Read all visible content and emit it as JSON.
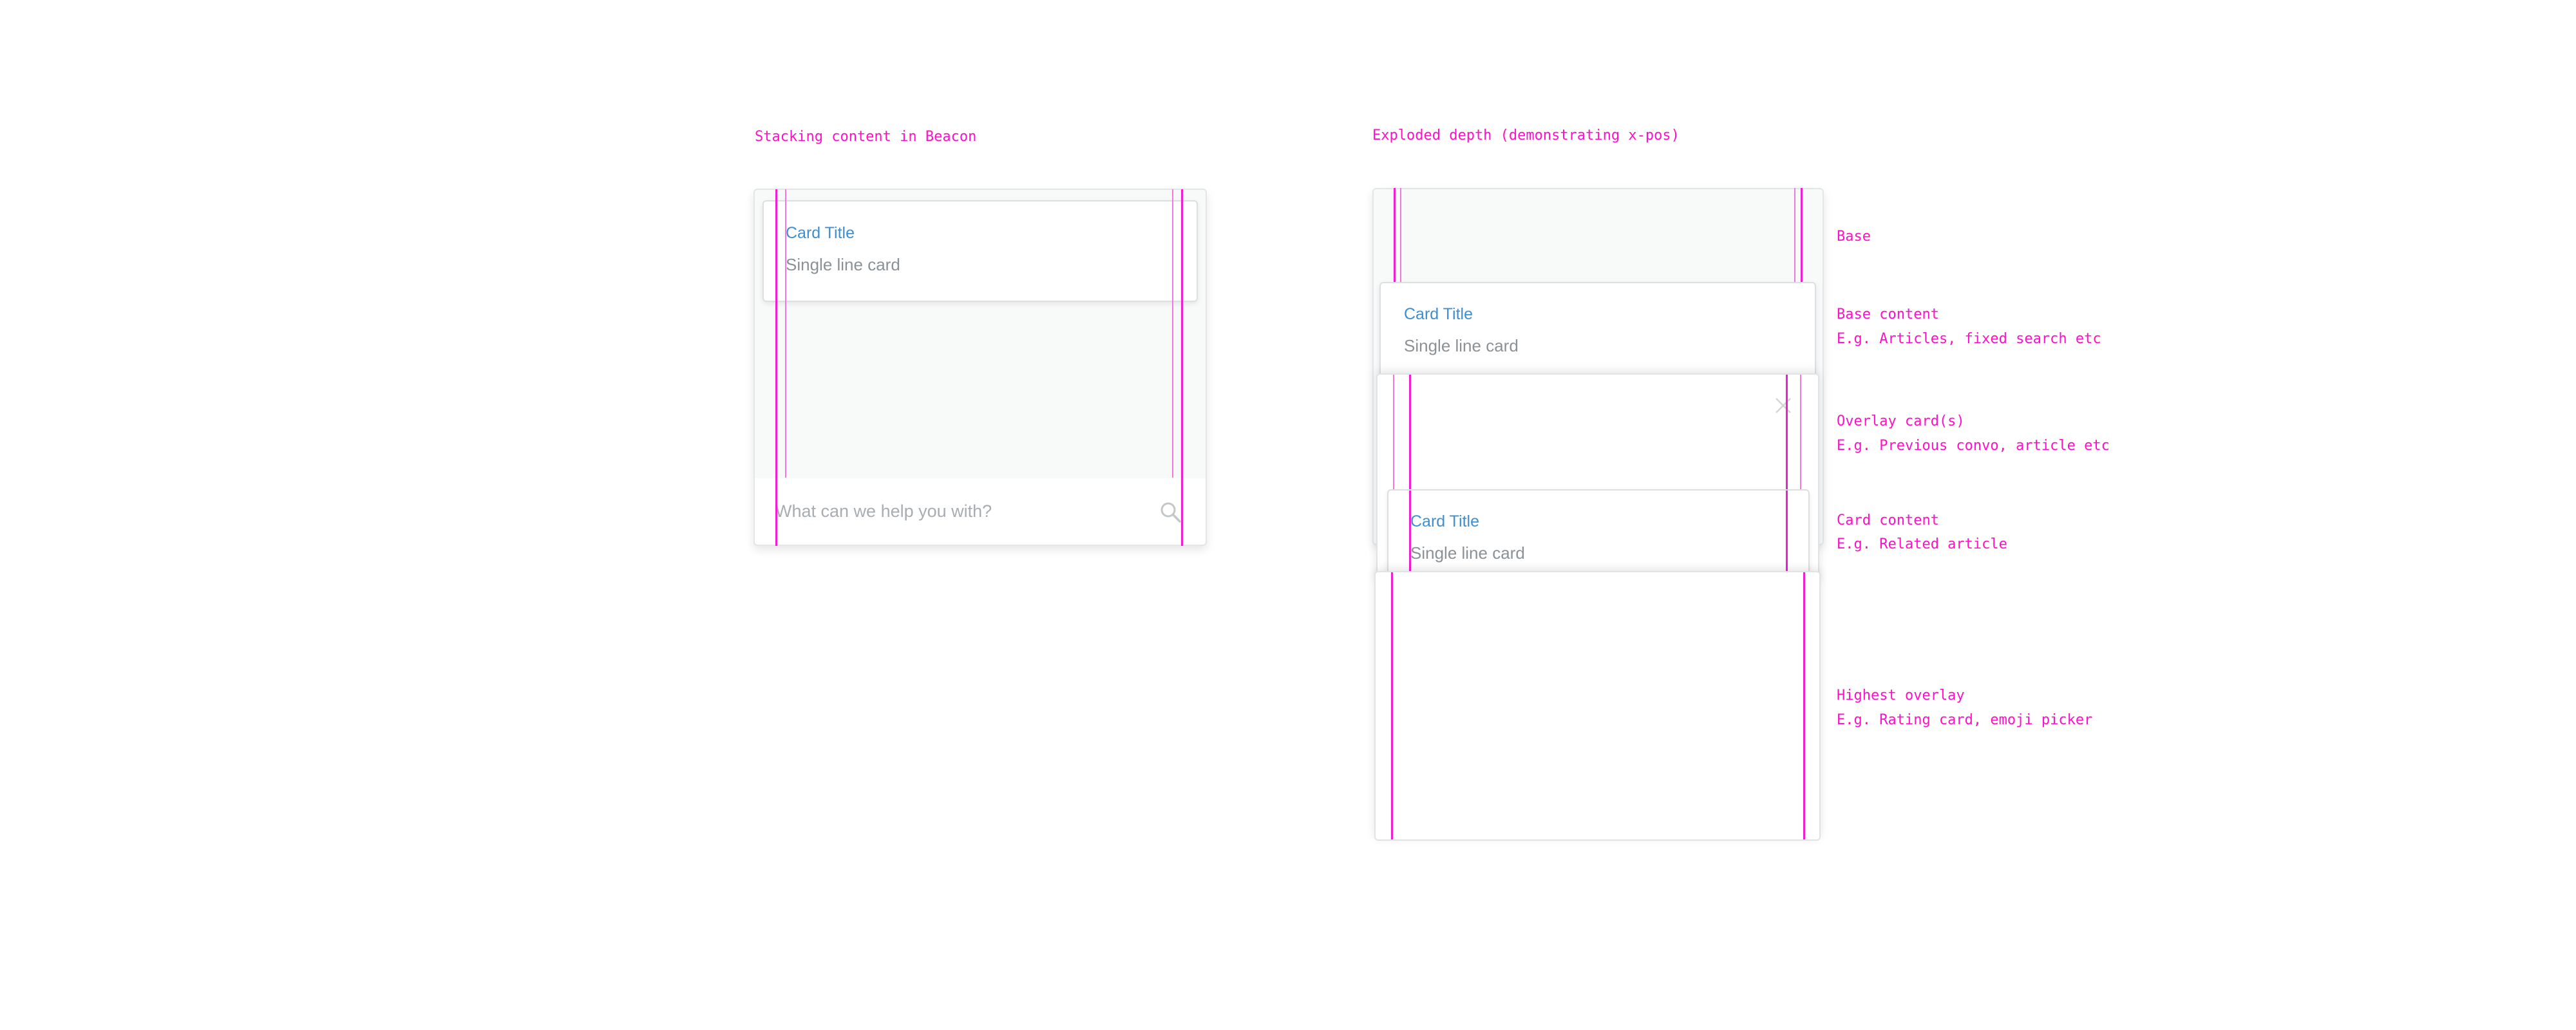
{
  "left_section": {
    "heading": "Stacking content in Beacon",
    "card": {
      "title": "Card Title",
      "subtitle": "Single line card"
    },
    "search": {
      "placeholder": "What can we help you with?",
      "icon": "search-icon"
    }
  },
  "right_section": {
    "heading": "Exploded depth (demonstrating x-pos)",
    "base_card": {
      "title": "Card Title",
      "subtitle": "Single line card"
    },
    "content_card": {
      "title": "Card Title",
      "subtitle": "Single line card"
    },
    "close_icon": "close-icon"
  },
  "legend": [
    {
      "title": "Base",
      "desc": ""
    },
    {
      "title": "Base content",
      "desc": "E.g. Articles, fixed search etc"
    },
    {
      "title": "Overlay card(s)",
      "desc": "E.g. Previous convo, article etc"
    },
    {
      "title": "Card content",
      "desc": "E.g. Related article"
    },
    {
      "title": "Highest overlay",
      "desc": "E.g. Rating card, emoji picker"
    }
  ],
  "colors": {
    "guide": "#f01fd2",
    "annotation": "#ff10c8",
    "card_title": "#3e8fd0",
    "subtitle": "#8a9197"
  }
}
